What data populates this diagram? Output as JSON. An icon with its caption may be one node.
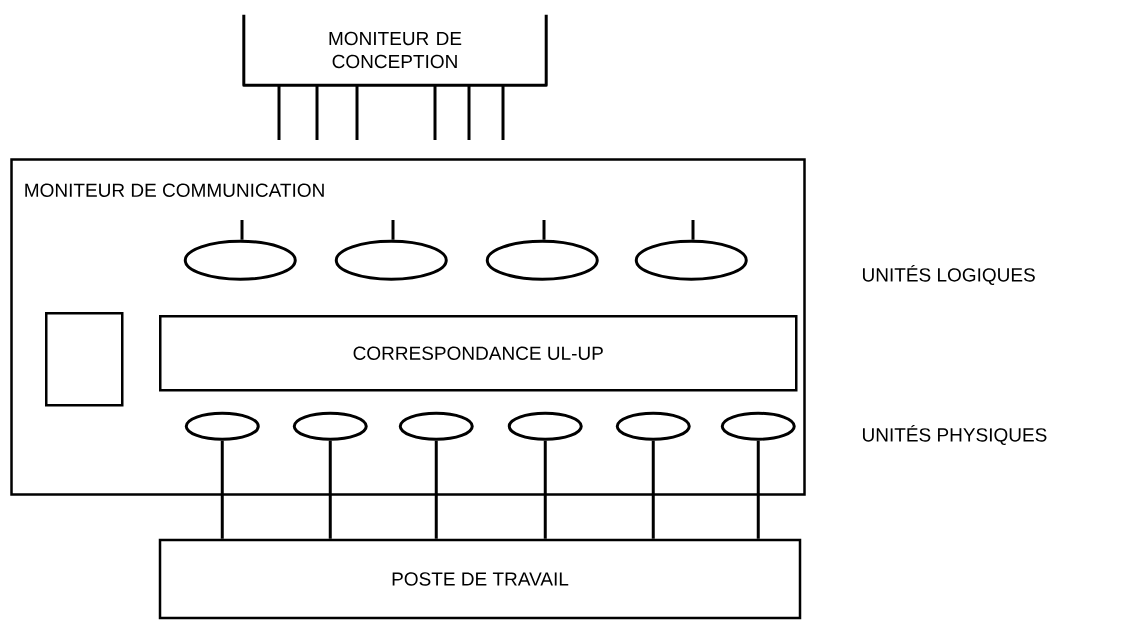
{
  "diagram": {
    "nodes": [
      {
        "text": [
          "MONITEUR DE CONCEPTION"
        ]
      },
      {
        "text": [
          "MONITEUR DE COMMUNICATION"
        ]
      },
      {
        "text": [],
        "shape": "ellipse",
        "in": 1
      },
      {
        "text": [],
        "shape": "ellipse",
        "in": 1
      },
      {
        "text": [],
        "shape": "ellipse",
        "in": 1
      },
      {
        "text": [],
        "shape": "ellipse",
        "in": 1
      },
      {
        "text": [],
        "shape": "box",
        "in": 1
      },
      {
        "text": [
          "CORRESPONDANCE UL-UP"
        ],
        "in": 1
      },
      {
        "text": [],
        "shape": "ellipse",
        "in": 1
      },
      {
        "text": [],
        "shape": "ellipse",
        "in": 1
      },
      {
        "text": [],
        "shape": "ellipse",
        "in": 1
      },
      {
        "text": [],
        "shape": "ellipse",
        "in": 1
      },
      {
        "text": [],
        "shape": "ellipse",
        "in": 1
      },
      {
        "text": [],
        "shape": "ellipse",
        "in": 1
      },
      {
        "text": [
          "POSTE DE TRAVAIL"
        ]
      }
    ],
    "edges": [
      {
        "from": 0,
        "to": null,
        "arrow": "none"
      },
      {
        "from": 0,
        "to": null,
        "arrow": "none"
      },
      {
        "from": 0,
        "to": null,
        "arrow": "none"
      },
      {
        "from": 0,
        "to": null,
        "arrow": "none"
      },
      {
        "from": 0,
        "to": null,
        "arrow": "none"
      },
      {
        "from": 0,
        "to": null,
        "arrow": "none"
      },
      {
        "from": 2,
        "to": null,
        "arrow": "none"
      },
      {
        "from": 3,
        "to": null,
        "arrow": "none"
      },
      {
        "from": 4,
        "to": null,
        "arrow": "none"
      },
      {
        "from": 5,
        "to": null,
        "arrow": "none"
      },
      {
        "from": 8,
        "to": 14,
        "arrow": "none"
      },
      {
        "from": 9,
        "to": 14,
        "arrow": "none"
      },
      {
        "from": 10,
        "to": 14,
        "arrow": "none"
      },
      {
        "from": 11,
        "to": 14,
        "arrow": "none"
      },
      {
        "from": 12,
        "to": 14,
        "arrow": "none"
      },
      {
        "from": 13,
        "to": 14,
        "arrow": "none"
      }
    ],
    "labels": [
      "UNITÉS LOGIQUES",
      "UNITÉS PHYSIQUES"
    ]
  }
}
